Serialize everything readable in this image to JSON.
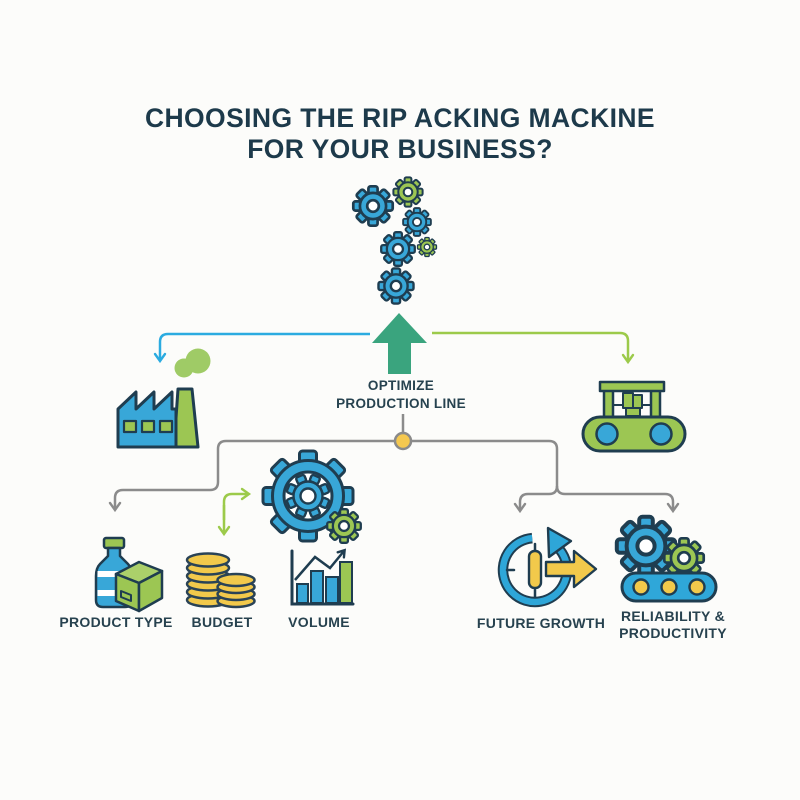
{
  "title": {
    "line1": "CHOOSING THE RIP ACKING MACKINE",
    "line2": "FOR YOUR BUSINESS?"
  },
  "hub": {
    "line1": "OPTIMIZE",
    "line2": "PRODUCTION LINE",
    "arrow_icon": "up-arrow-icon",
    "junction_icon": "yellow-junction-dot"
  },
  "decor": {
    "gear_cluster_icon": "gears-cluster-icon",
    "center_gear_icon": "gear-icon"
  },
  "branches": {
    "factory": {
      "icon": "factory-icon"
    },
    "packing_machine": {
      "icon": "packing-machine-icon"
    },
    "product_type": {
      "label": "PRODUCT TYPE",
      "icon": "bottle-and-box-icon"
    },
    "budget": {
      "label": "BUDGET",
      "icon": "coin-stacks-icon"
    },
    "volume": {
      "label": "VOLUME",
      "icon": "bar-chart-icon"
    },
    "future_growth": {
      "label": "FUTURE GROWTH",
      "icon": "clock-cycle-icon"
    },
    "reliability": {
      "label_line1": "RELIABILITY &",
      "label_line2": "PRODUCTIVITY",
      "icon": "gears-conveyor-icon"
    }
  },
  "colors": {
    "navy": "#1f3d50",
    "blue": "#38a7d8",
    "green": "#9cc653",
    "teal": "#3aa47e",
    "yellow": "#f2c94b",
    "gray_line": "#8b8b8b",
    "blue_line": "#2babe0",
    "green_line": "#9cca4a",
    "background": "#fcfcfa"
  }
}
